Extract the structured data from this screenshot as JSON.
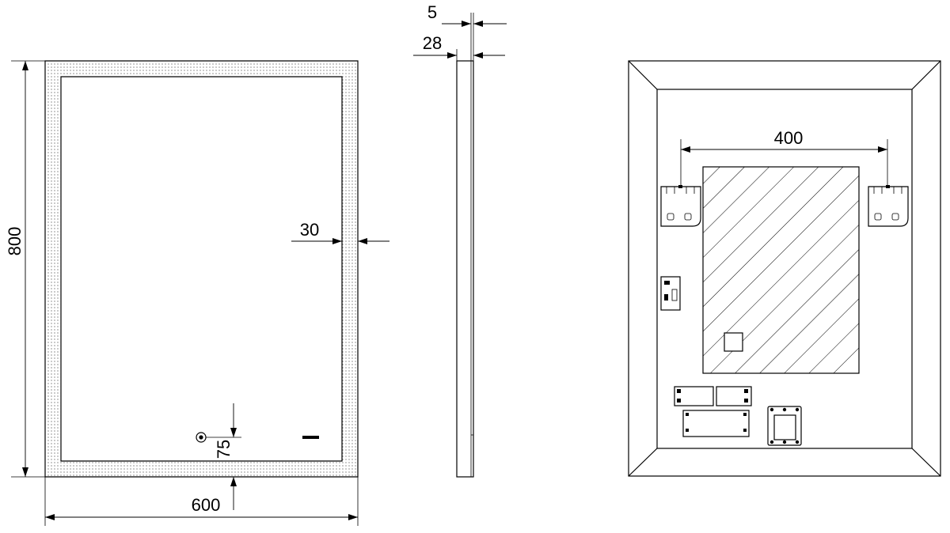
{
  "dimensions": {
    "height": "800",
    "width": "600",
    "frame_width": "30",
    "button_offset": "75",
    "glass_thickness": "5",
    "total_thickness": "28",
    "bracket_spacing": "400"
  },
  "colors": {
    "line": "#000000",
    "background": "#ffffff"
  },
  "icons": {
    "button": "touch-button-icon",
    "sensor": "sensor-icon"
  }
}
